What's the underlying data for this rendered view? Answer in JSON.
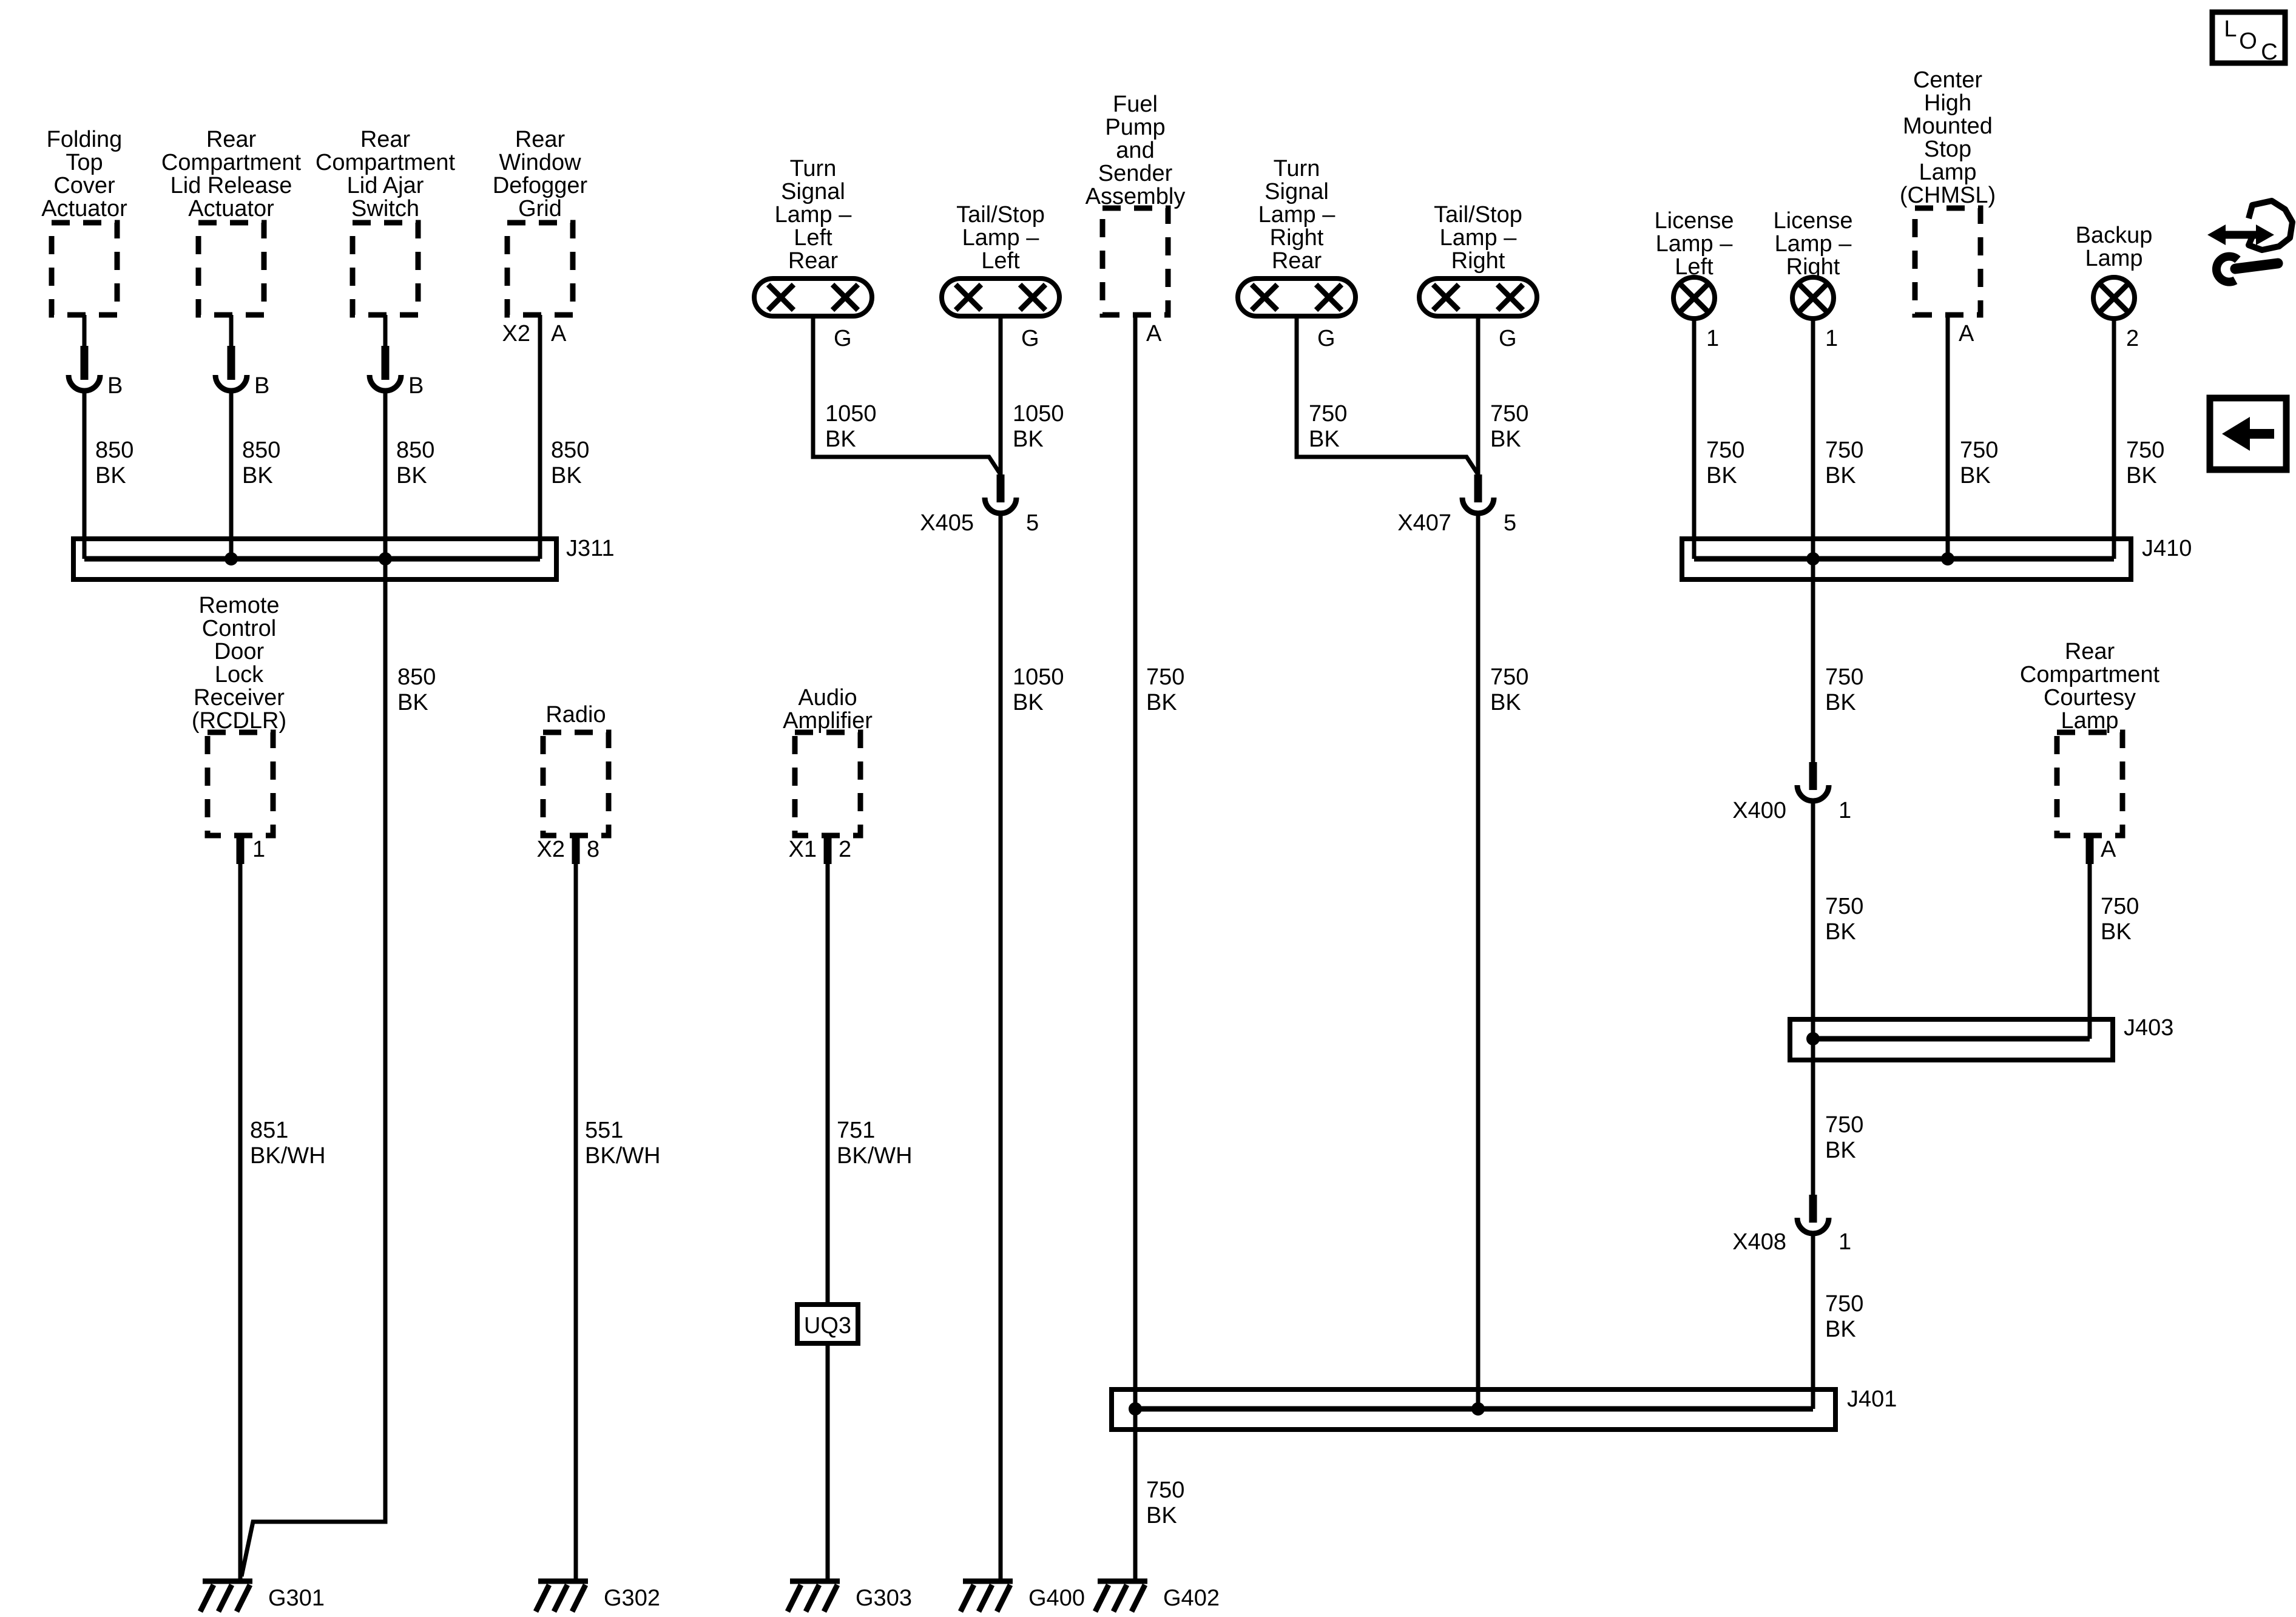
{
  "page": {
    "background": "#ffffff",
    "line_color": "#000000"
  },
  "toolbar": {
    "loc_letters": [
      "L",
      "O",
      "C"
    ]
  },
  "components": {
    "folding_top_cover_actuator": {
      "label": [
        "Folding",
        "Top",
        "Cover",
        "Actuator"
      ],
      "pin": "B",
      "wire": [
        "850",
        "BK"
      ]
    },
    "rear_compartment_lid_release_actuator": {
      "label": [
        "Rear",
        "Compartment",
        "Lid Release",
        "Actuator"
      ],
      "pin": "B",
      "wire": [
        "850",
        "BK"
      ]
    },
    "rear_compartment_lid_ajar_switch": {
      "label": [
        "Rear",
        "Compartment",
        "Lid Ajar",
        "Switch"
      ],
      "pin": "B",
      "wire": [
        "850",
        "BK"
      ],
      "wire2": [
        "850",
        "BK"
      ]
    },
    "rear_window_defogger_grid": {
      "label": [
        "Rear",
        "Window",
        "Defogger",
        "Grid"
      ],
      "conn": "X2",
      "pin": "A",
      "wire": [
        "850",
        "BK"
      ]
    },
    "turn_signal_lamp_left_rear": {
      "label": [
        "Turn",
        "Signal",
        "Lamp –",
        "Left",
        "Rear"
      ],
      "pin": "G",
      "wire": [
        "1050",
        "BK"
      ]
    },
    "tail_stop_lamp_left": {
      "label": [
        "Tail/Stop",
        "Lamp –",
        "Left"
      ],
      "pin": "G",
      "wire": [
        "1050",
        "BK"
      ],
      "wire2": [
        "1050",
        "BK"
      ]
    },
    "fuel_pump_and_sender_assembly": {
      "label": [
        "Fuel",
        "Pump",
        "and",
        "Sender",
        "Assembly"
      ],
      "pin": "A",
      "wire": [
        "750",
        "BK"
      ]
    },
    "turn_signal_lamp_right_rear": {
      "label": [
        "Turn",
        "Signal",
        "Lamp –",
        "Right",
        "Rear"
      ],
      "pin": "G",
      "wire": [
        "750",
        "BK"
      ]
    },
    "tail_stop_lamp_right": {
      "label": [
        "Tail/Stop",
        "Lamp –",
        "Right"
      ],
      "pin": "G",
      "wire": [
        "750",
        "BK"
      ],
      "wire2": [
        "750",
        "BK"
      ]
    },
    "license_lamp_left": {
      "label": [
        "License",
        "Lamp –",
        "Left"
      ],
      "pin": "1",
      "wire": [
        "750",
        "BK"
      ]
    },
    "license_lamp_right": {
      "label": [
        "License",
        "Lamp –",
        "Right"
      ],
      "pin": "1",
      "wire": [
        "750",
        "BK"
      ]
    },
    "chmsl": {
      "label": [
        "Center",
        "High",
        "Mounted",
        "Stop",
        "Lamp",
        "(CHMSL)"
      ],
      "pin": "A",
      "wire": [
        "750",
        "BK"
      ]
    },
    "backup_lamp": {
      "label": [
        "Backup",
        "Lamp"
      ],
      "pin": "2",
      "wire": [
        "750",
        "BK"
      ]
    },
    "rcdlr": {
      "label": [
        "Remote",
        "Control",
        "Door",
        "Lock",
        "Receiver",
        "(RCDLR)"
      ],
      "pin": "1",
      "wire": [
        "851",
        "BK/WH"
      ]
    },
    "radio": {
      "label": [
        "Radio"
      ],
      "conn": "X2",
      "pin": "8",
      "wire": [
        "551",
        "BK/WH"
      ]
    },
    "audio_amplifier": {
      "label": [
        "Audio",
        "Amplifier"
      ],
      "conn": "X1",
      "pin": "2",
      "wire": [
        "751",
        "BK/WH"
      ]
    },
    "rear_compartment_courtesy_lamp": {
      "label": [
        "Rear",
        "Compartment",
        "Courtesy",
        "Lamp"
      ],
      "pin": "A",
      "wire": [
        "750",
        "BK"
      ]
    }
  },
  "splices": {
    "j311": "J311",
    "j410": "J410",
    "j403": "J403",
    "j401": "J401"
  },
  "connectors": {
    "x405": {
      "id": "X405",
      "cavity": "5"
    },
    "x407": {
      "id": "X407",
      "cavity": "5"
    },
    "x400": {
      "id": "X400",
      "cavity": "1"
    },
    "x408": {
      "id": "X408",
      "cavity": "1"
    }
  },
  "segments": {
    "j410_x400": [
      "750",
      "BK"
    ],
    "x400_j403": [
      "750",
      "BK"
    ],
    "j403_x408": [
      "750",
      "BK"
    ],
    "x408_j401": [
      "750",
      "BK"
    ],
    "j401_g402": [
      "750",
      "BK"
    ]
  },
  "option_box": {
    "uq3": "UQ3"
  },
  "grounds": {
    "g301": "G301",
    "g302": "G302",
    "g303": "G303",
    "g400": "G400",
    "g402": "G402"
  }
}
